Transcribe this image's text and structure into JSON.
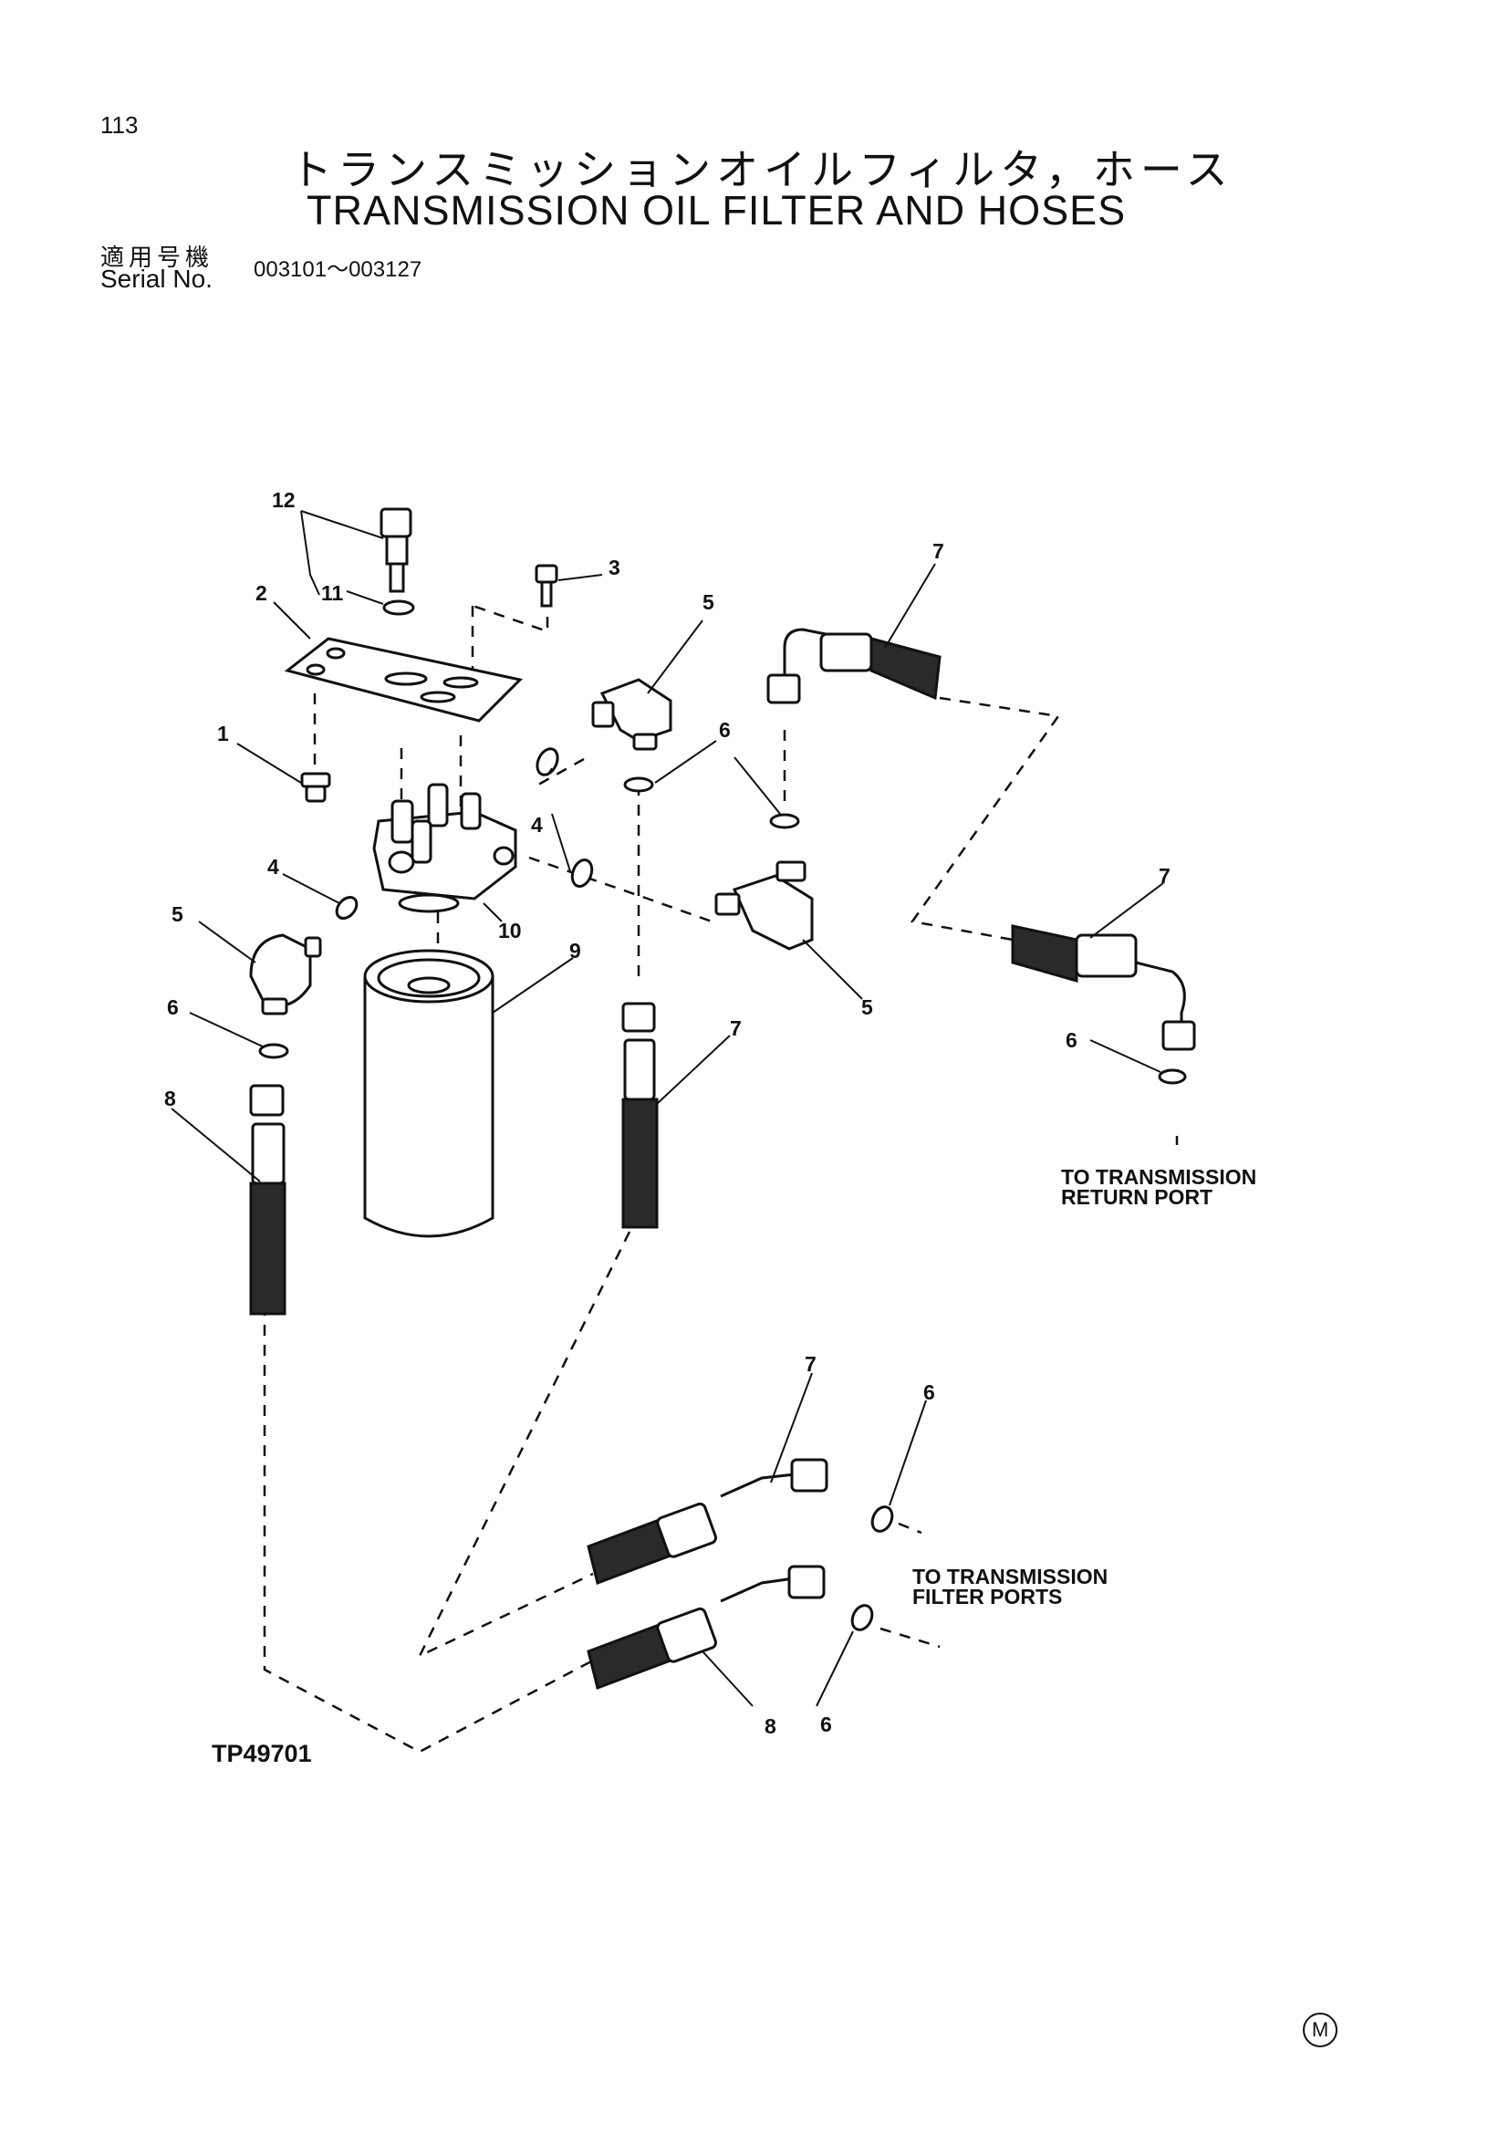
{
  "header": {
    "page_number": "113",
    "title_jp": "トランスミッションオイルフィルタ，ホース",
    "title_en": "TRANSMISSION OIL FILTER AND HOSES",
    "serial_label_jp": "適用号機",
    "serial_label_en": "Serial No.",
    "serial_range": "003101～003127"
  },
  "callouts": [
    "12",
    "11",
    "2",
    "3",
    "5",
    "7",
    "1",
    "6",
    "4",
    "4",
    "10",
    "5",
    "9",
    "6",
    "8",
    "5",
    "7",
    "7",
    "6",
    "7",
    "6",
    "8",
    "6"
  ],
  "notes": {
    "return_port_line1": "TO TRANSMISSION",
    "return_port_line2": "RETURN PORT",
    "filter_ports_line1": "TO TRANSMISSION",
    "filter_ports_line2": "FILTER PORTS"
  },
  "figure_id": "TP49701",
  "corner_mark": "M",
  "icons": [
    "filter-head-icon",
    "filter-element-icon",
    "hose-icon",
    "elbow-fitting-icon",
    "o-ring-icon",
    "bolt-icon",
    "plate-icon"
  ]
}
